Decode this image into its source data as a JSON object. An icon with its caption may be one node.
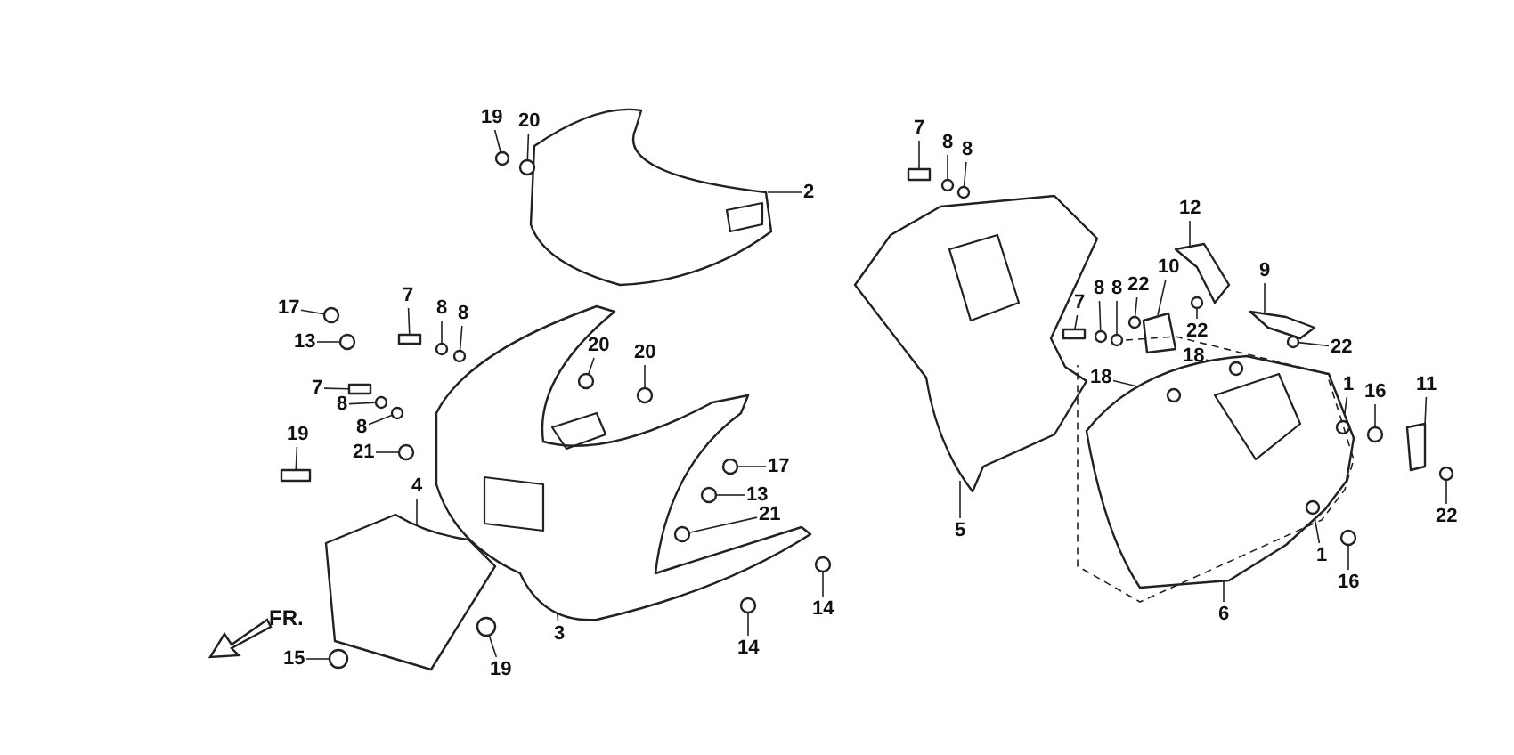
{
  "diagram": {
    "nodes": [
      {
        "text": [
          "19"
        ]
      },
      {
        "text": [
          "20"
        ]
      },
      {
        "text": [
          "7"
        ]
      },
      {
        "text": [
          "8"
        ]
      },
      {
        "text": [
          "8"
        ]
      },
      {
        "text": [
          "2"
        ]
      },
      {
        "text": [
          "12"
        ]
      },
      {
        "text": [
          "7"
        ]
      },
      {
        "text": [
          "8"
        ]
      },
      {
        "text": [
          "8"
        ]
      },
      {
        "text": [
          "10"
        ]
      },
      {
        "text": [
          "22"
        ]
      },
      {
        "text": [
          "22"
        ]
      },
      {
        "text": [
          "9"
        ]
      },
      {
        "text": [
          "17"
        ]
      },
      {
        "text": [
          "13"
        ]
      },
      {
        "text": [
          "7"
        ]
      },
      {
        "text": [
          "8"
        ]
      },
      {
        "text": [
          "8"
        ]
      },
      {
        "text": [
          "20"
        ]
      },
      {
        "text": [
          "20"
        ]
      },
      {
        "text": [
          "7"
        ]
      },
      {
        "text": [
          "8"
        ]
      },
      {
        "text": [
          "8"
        ]
      },
      {
        "text": [
          "22"
        ]
      },
      {
        "text": [
          "18"
        ]
      },
      {
        "text": [
          "11"
        ]
      },
      {
        "text": [
          "18"
        ]
      },
      {
        "text": [
          "1"
        ]
      },
      {
        "text": [
          "16"
        ]
      },
      {
        "text": [
          "19"
        ]
      },
      {
        "text": [
          "21"
        ]
      },
      {
        "text": [
          "17"
        ]
      },
      {
        "text": [
          "4"
        ]
      },
      {
        "text": [
          "13"
        ]
      },
      {
        "text": [
          "22"
        ]
      },
      {
        "text": [
          "5"
        ]
      },
      {
        "text": [
          "21"
        ]
      },
      {
        "text": [
          "1"
        ]
      },
      {
        "text": [
          "16"
        ]
      },
      {
        "text": [
          "14"
        ]
      },
      {
        "text": [
          "3"
        ]
      },
      {
        "text": [
          "6"
        ]
      },
      {
        "text": [
          "14"
        ]
      },
      {
        "text": [
          "15"
        ]
      },
      {
        "text": [
          "19"
        ]
      },
      {
        "text": [],
        "shape": "circle"
      },
      {
        "text": [],
        "shape": "circle"
      },
      {
        "text": [],
        "shape": "box"
      },
      {
        "text": [],
        "shape": "circle"
      },
      {
        "text": [],
        "shape": "circle"
      },
      {
        "text": [],
        "shape": "picture"
      },
      {
        "text": [],
        "shape": "picture"
      },
      {
        "text": [],
        "shape": "box"
      },
      {
        "text": [],
        "shape": "circle"
      },
      {
        "text": [],
        "shape": "circle"
      },
      {
        "text": [],
        "shape": "picture"
      },
      {
        "text": [],
        "shape": "circle"
      },
      {
        "text": [],
        "shape": "circle"
      },
      {
        "text": [],
        "shape": "picture"
      },
      {
        "text": [],
        "shape": "circle"
      },
      {
        "text": [],
        "shape": "circle"
      },
      {
        "text": [],
        "shape": "box"
      },
      {
        "text": [],
        "shape": "circle"
      },
      {
        "text": [],
        "shape": "circle"
      },
      {
        "text": [],
        "shape": "circle"
      },
      {
        "text": [],
        "shape": "circle"
      },
      {
        "text": [],
        "shape": "box"
      },
      {
        "text": [],
        "shape": "circle"
      },
      {
        "text": [],
        "shape": "circle"
      },
      {
        "text": [],
        "shape": "circle"
      },
      {
        "text": [],
        "shape": "circle",
        "in": 88
      },
      {
        "text": [],
        "shape": "bar"
      },
      {
        "text": [],
        "shape": "circle",
        "in": 88
      },
      {
        "text": [],
        "shape": "circle",
        "in": 88
      },
      {
        "text": [],
        "shape": "circle"
      },
      {
        "text": [],
        "shape": "box"
      },
      {
        "text": [],
        "shape": "circle"
      },
      {
        "text": [],
        "shape": "circle"
      },
      {
        "text": [],
        "shape": "picture"
      },
      {
        "text": [],
        "shape": "circle"
      },
      {
        "text": [],
        "shape": "circle"
      },
      {
        "text": [],
        "shape": "picture"
      },
      {
        "text": [],
        "shape": "circle"
      },
      {
        "text": [],
        "shape": "circle",
        "in": 88
      },
      {
        "text": [],
        "shape": "circle"
      },
      {
        "text": [],
        "shape": "circle"
      },
      {
        "text": [],
        "shape": "picture"
      },
      {
        "text": [],
        "shape": "picture"
      },
      {
        "text": [],
        "shape": "circle"
      },
      {
        "text": [],
        "shape": "circle"
      },
      {
        "text": [],
        "shape": "circle"
      }
    ],
    "edges": [
      {
        "from": 0,
        "to": 46,
        "arrow": "none"
      },
      {
        "from": 1,
        "to": 47,
        "arrow": "none"
      },
      {
        "from": 2,
        "to": 48,
        "arrow": "none"
      },
      {
        "from": 3,
        "to": 49,
        "arrow": "none"
      },
      {
        "from": 4,
        "to": 50,
        "arrow": "none"
      },
      {
        "from": 5,
        "to": 51,
        "arrow": "none"
      },
      {
        "from": 6,
        "to": 52,
        "arrow": "none"
      },
      {
        "from": 7,
        "to": 53,
        "arrow": "none"
      },
      {
        "from": 8,
        "to": 54,
        "arrow": "none"
      },
      {
        "from": 9,
        "to": 55,
        "arrow": "none"
      },
      {
        "from": 10,
        "to": 56,
        "arrow": "none"
      },
      {
        "from": 11,
        "to": 57,
        "arrow": "none"
      },
      {
        "from": 12,
        "to": 58,
        "arrow": "none"
      },
      {
        "from": 13,
        "to": 59,
        "arrow": "none"
      },
      {
        "from": 14,
        "to": 60,
        "arrow": "none"
      },
      {
        "from": 15,
        "to": 61,
        "arrow": "none"
      },
      {
        "from": 16,
        "to": 62,
        "arrow": "none"
      },
      {
        "from": 17,
        "to": 63,
        "arrow": "none"
      },
      {
        "from": 18,
        "to": 64,
        "arrow": "none"
      },
      {
        "from": 19,
        "to": 65,
        "arrow": "none"
      },
      {
        "from": 20,
        "to": 66,
        "arrow": "none"
      },
      {
        "from": 21,
        "to": 67,
        "arrow": "none"
      },
      {
        "from": 22,
        "to": 68,
        "arrow": "none"
      },
      {
        "from": 23,
        "to": 69,
        "arrow": "none"
      },
      {
        "from": 24,
        "to": 70,
        "arrow": "none"
      },
      {
        "from": 25,
        "to": 71,
        "arrow": "none"
      },
      {
        "from": 26,
        "to": 72,
        "arrow": "none"
      },
      {
        "from": 27,
        "to": 73,
        "arrow": "none"
      },
      {
        "from": 28,
        "to": 74,
        "arrow": "none"
      },
      {
        "from": 29,
        "to": 75,
        "arrow": "none"
      },
      {
        "from": 30,
        "to": 76,
        "arrow": "none"
      },
      {
        "from": 31,
        "to": 77,
        "arrow": "none"
      },
      {
        "from": 32,
        "to": 78,
        "arrow": "none"
      },
      {
        "from": 33,
        "to": 79,
        "arrow": "none"
      },
      {
        "from": 34,
        "to": 80,
        "arrow": "none"
      },
      {
        "from": 35,
        "to": 81,
        "arrow": "none"
      },
      {
        "from": 36,
        "to": 82,
        "arrow": "none"
      },
      {
        "from": 37,
        "to": 83,
        "arrow": "none"
      },
      {
        "from": 38,
        "to": 84,
        "arrow": "none"
      },
      {
        "from": 39,
        "to": 85,
        "arrow": "none"
      },
      {
        "from": 40,
        "to": 86,
        "arrow": "none"
      },
      {
        "from": 41,
        "to": 87,
        "arrow": "none"
      },
      {
        "from": 42,
        "to": 88,
        "arrow": "none"
      },
      {
        "from": 43,
        "to": 89,
        "arrow": "none"
      },
      {
        "from": 44,
        "to": 90,
        "arrow": "none"
      },
      {
        "from": 45,
        "to": 91,
        "arrow": "none"
      }
    ],
    "labels": [
      "FR."
    ]
  }
}
